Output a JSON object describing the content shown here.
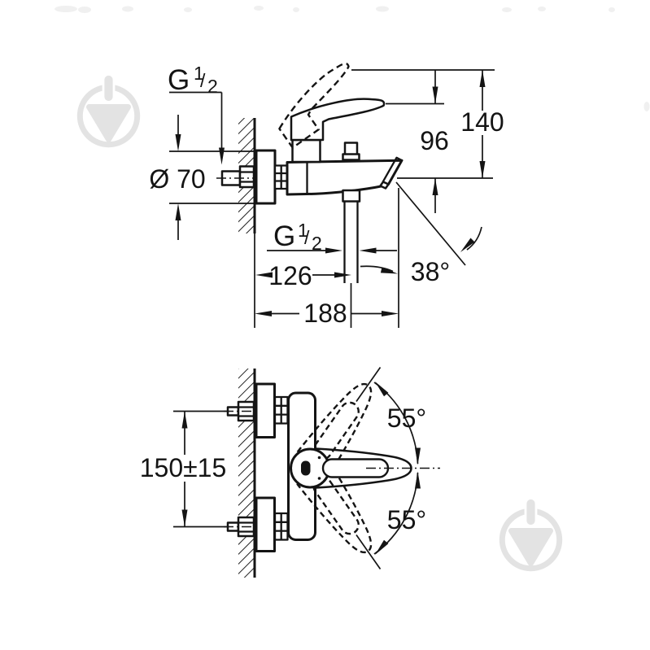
{
  "drawing": {
    "background": "#ffffff",
    "line_color": "#141414",
    "watermark_color": "#e3e3e3",
    "watermark_icon": "trowel-badge",
    "watermark_count": 2
  },
  "labels": {
    "thread_top": {
      "g": "G",
      "numerator": "1",
      "slash": "/",
      "denominator": "2"
    },
    "thread_bottom": {
      "g": "G",
      "numerator": "1",
      "slash": "/",
      "denominator": "2"
    },
    "diameter": "Ø 70",
    "height_total": "140",
    "height_spout": "96",
    "spout_angle": "38°",
    "depth_spout": "126",
    "depth_total": "188",
    "connection_spacing": "150±15",
    "swing_angle_up": "55°",
    "swing_angle_down": "55°"
  }
}
